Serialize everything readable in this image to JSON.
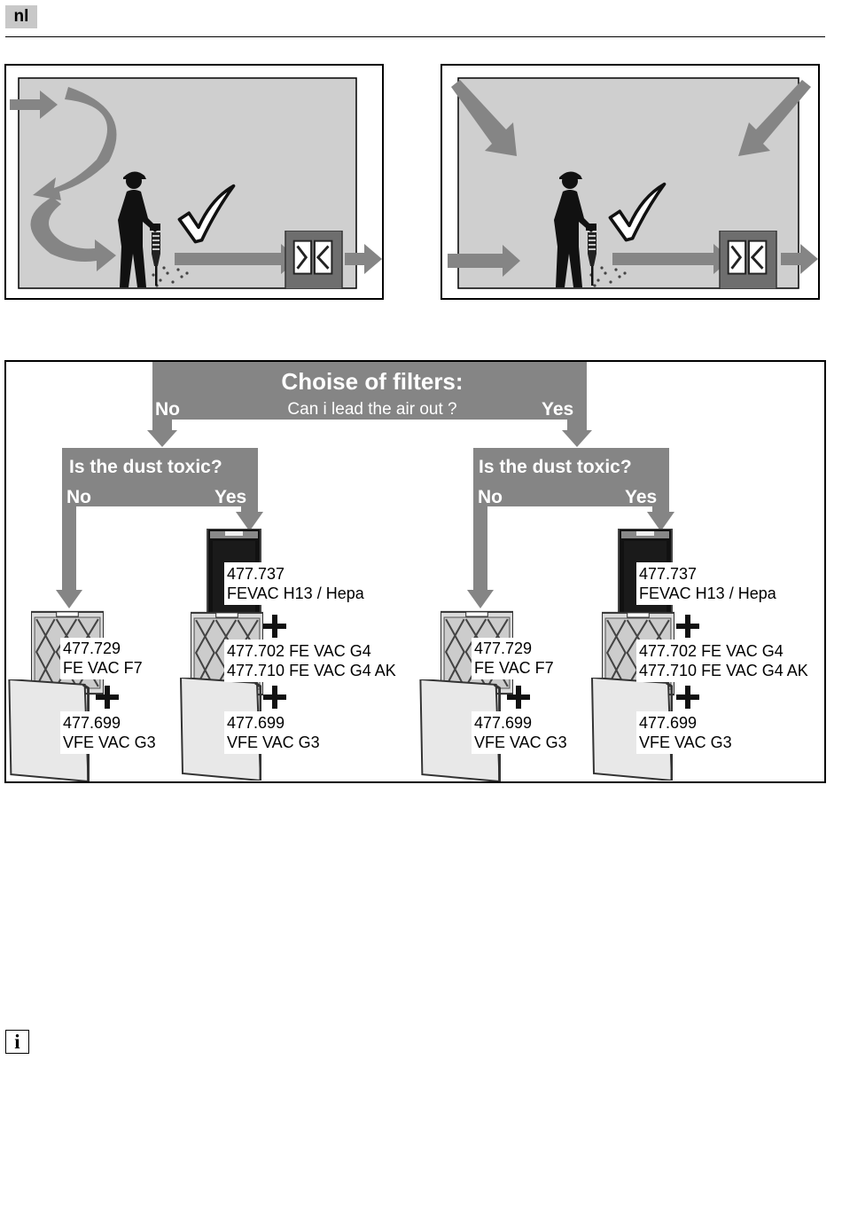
{
  "header": {
    "language": "nl"
  },
  "flowchart": {
    "title": "Choise of filters:",
    "question": "Can i lead the air out ?",
    "answer_no": "No",
    "answer_yes": "Yes",
    "branches": [
      {
        "question": "Is the dust toxic?",
        "no": "No",
        "yes": "Yes",
        "nontoxic": {
          "main_code": "477.729",
          "main_name": "FE VAC F7",
          "pre_code": "477.699",
          "pre_name": "VFE VAC G3"
        },
        "toxic": {
          "hepa_code": "477.737",
          "hepa_name": "FEVAC H13 / Hepa",
          "g4_line1": "477.702 FE VAC G4",
          "g4_line2": "477.710 FE VAC G4 AK",
          "pre_code": "477.699",
          "pre_name": "VFE VAC G3"
        }
      },
      {
        "question": "Is the dust toxic?",
        "no": "No",
        "yes": "Yes",
        "nontoxic": {
          "main_code": "477.729",
          "main_name": "FE VAC F7",
          "pre_code": "477.699",
          "pre_name": "VFE VAC G3"
        },
        "toxic": {
          "hepa_code": "477.737",
          "hepa_name": "FEVAC H13 / Hepa",
          "g4_line1": "477.702 FE VAC G4",
          "g4_line2": "477.710 FE VAC G4 AK",
          "pre_code": "477.699",
          "pre_name": "VFE VAC G3"
        }
      }
    ]
  },
  "icons": {
    "info": "i",
    "scene_left": [
      "air-flow-arrow-icon",
      "worker-with-drill-icon",
      "checkmark-icon",
      "air-cleaner-unit-icon"
    ],
    "scene_right": [
      "air-flow-arrow-icon",
      "worker-with-drill-icon",
      "checkmark-icon",
      "air-cleaner-unit-icon"
    ]
  },
  "colors": {
    "arrow_gray": "#858585",
    "box_gray": "#6e6e6e",
    "panel_gray": "#cfcfcf",
    "filter_light": "#e6e6e6"
  }
}
